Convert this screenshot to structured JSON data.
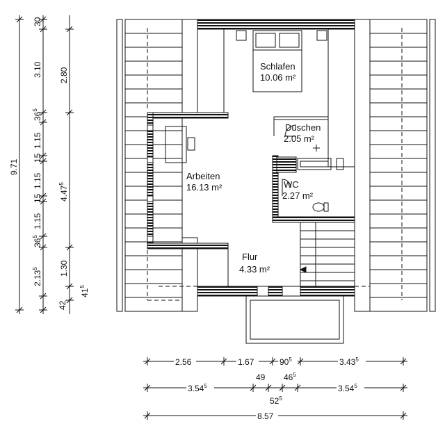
{
  "rooms": {
    "schlafen": {
      "name": "Schlafen",
      "area": "10.06 m²"
    },
    "duschen": {
      "name": "Duschen",
      "area": "2.05 m²"
    },
    "arbeiten": {
      "name": "Arbeiten",
      "area": "16.13 m²"
    },
    "wc": {
      "name": "WC",
      "area": "2.27 m²"
    },
    "flur": {
      "name": "Flur",
      "area": "4.33 m²"
    }
  },
  "dims_vertical": {
    "outer": "9.71",
    "c1": [
      "30",
      "3.10",
      "36",
      "1.15",
      "15",
      "1.15",
      "15",
      "1.15",
      "36",
      "2.13",
      "42"
    ],
    "c2": [
      "2.80",
      "4.47",
      "1.30",
      "41"
    ],
    "sup": {
      "c1_36_top": "5",
      "c1_36_bot": "5",
      "c1_213": "5",
      "c2_447": "5",
      "c2_41": "5"
    }
  },
  "dims_horizontal": {
    "row1": [
      "2.56",
      "1.67",
      "90",
      "3.43"
    ],
    "row1_sup": [
      "5",
      "5"
    ],
    "row2": [
      "3.54",
      "49",
      "46",
      "3.54"
    ],
    "row2_sup": [
      "5",
      "5",
      "5"
    ],
    "row2b": "52",
    "row2b_sup": "5",
    "row3": "8.57"
  }
}
